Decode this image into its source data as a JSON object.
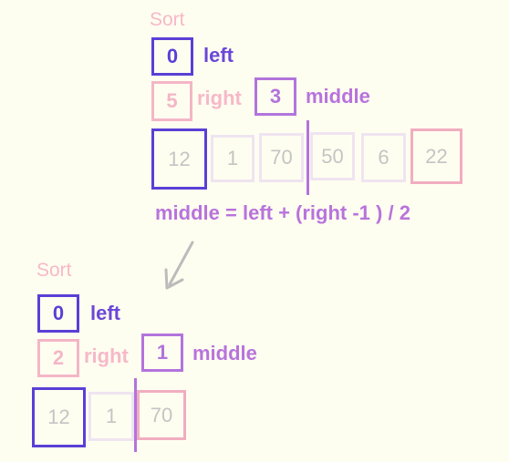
{
  "panel1": {
    "sort_label": "Sort",
    "left_value": "0",
    "left_label": "left",
    "right_value": "5",
    "right_label": "right",
    "middle_value": "3",
    "middle_label": "middle",
    "cells": [
      "12",
      "1",
      "70",
      "50",
      "6",
      "22"
    ],
    "formula": "middle = left + (right -1 ) / 2"
  },
  "panel2": {
    "sort_label": "Sort",
    "left_value": "0",
    "left_label": "left",
    "right_value": "2",
    "right_label": "right",
    "middle_value": "1",
    "middle_label": "middle",
    "cells": [
      "12",
      "1",
      "70"
    ]
  },
  "colors": {
    "left": "#5b3fd6",
    "right": "#f4b6c7",
    "middle": "#b274dc",
    "cell_border": "#efe4f1",
    "arrow": "#bcbcbc",
    "background": "#fefef0"
  },
  "icons": {
    "transition": "arrow-down-left-icon"
  }
}
